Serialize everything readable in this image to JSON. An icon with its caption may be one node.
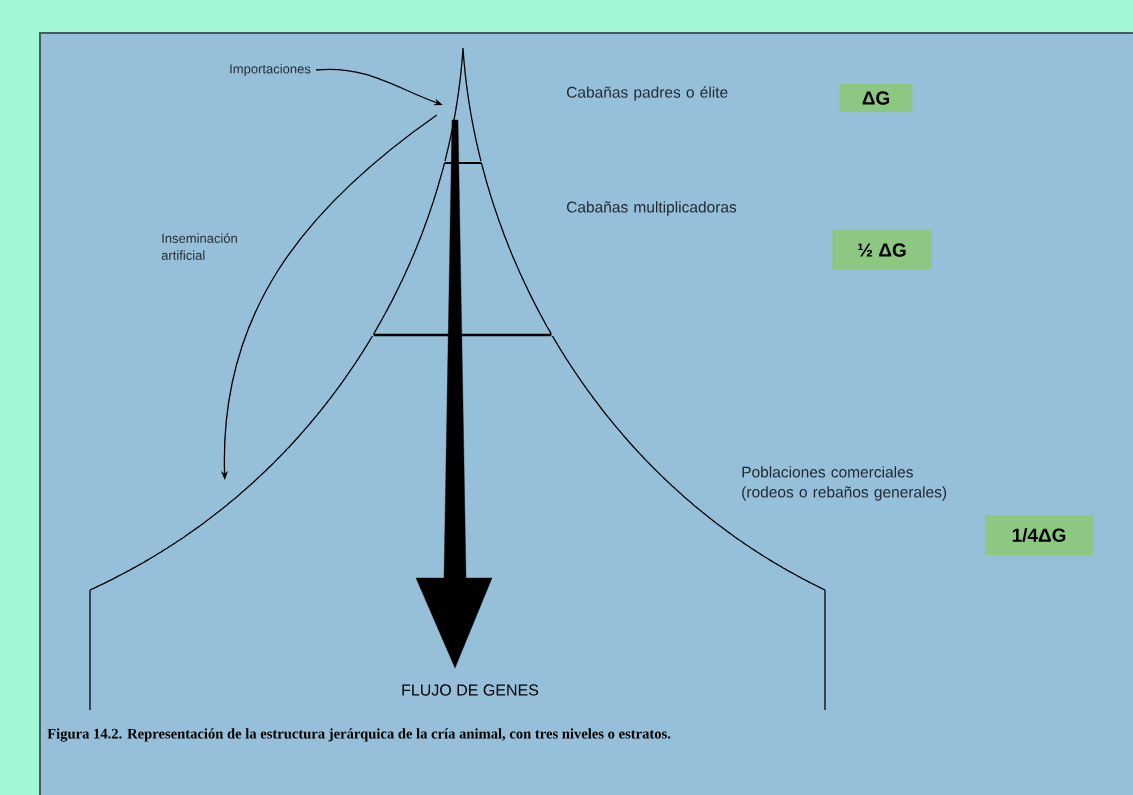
{
  "diagram": {
    "caption": "Figura 14.2. Representación de la estructura jerárquica de la cría animal, con tres niveles o estratos.",
    "nodes": [
      {
        "text": [
          "Importaciones"
        ]
      },
      {
        "text": [],
        "shape": "triangle"
      },
      {
        "text": [],
        "shape": "band"
      },
      {
        "text": [],
        "shape": "band"
      },
      {
        "text": [
          "ΔG"
        ]
      },
      {
        "text": [
          "½ ΔG"
        ]
      },
      {
        "text": [
          "1/4ΔG"
        ]
      }
    ],
    "edges": [
      {
        "from": 0,
        "to": 1,
        "arrow": "to"
      },
      {
        "from": 1,
        "to": 3,
        "arrow": "to",
        "label": "Inseminación artificial"
      },
      {
        "from": 1,
        "to": 3,
        "arrow": "to",
        "style": "thick"
      }
    ],
    "labels": [
      "Cabañas padres o élite",
      "Cabañas multiplicadoras",
      "Poblaciones comerciales (rodeos o rebaños generales)",
      "FLUJO DE GENES"
    ]
  }
}
